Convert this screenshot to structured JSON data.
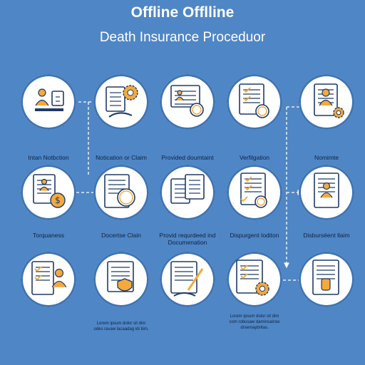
{
  "title_line1": "Offline Offlline",
  "title_line2": "Death Insurance Proceduor",
  "colors": {
    "background": "#4f86c6",
    "accent": "#f4a93b",
    "ink": "#1f3b66",
    "circle": "#ffffff"
  },
  "steps": [
    {
      "label": "Intan Notbction",
      "icon": "person-at-desk-icon"
    },
    {
      "label": "Notication or Claim",
      "icon": "hand-with-gear-icon"
    },
    {
      "label": "Provided doumtaint",
      "icon": "certificate-icon"
    },
    {
      "label": "Verfilgation",
      "icon": "checklist-seal-icon"
    },
    {
      "label": "Nomimte",
      "icon": "person-portrait-icon"
    },
    {
      "label": "Torquaness",
      "icon": "id-card-coin-icon"
    },
    {
      "label": "Docertse Clain",
      "icon": "document-seal-icon"
    },
    {
      "label": "Provid requrdeed ind\nDocumenation",
      "icon": "stacked-documents-icon"
    },
    {
      "label": "Dispurgent Ioditon",
      "icon": "checklist-badge-icon"
    },
    {
      "label": "Disbursēent llaim",
      "icon": "id-card-person-icon"
    },
    {
      "label": "",
      "icon": "clipboard-person-icon"
    },
    {
      "label": "",
      "icon": "document-shield-icon"
    },
    {
      "label": "",
      "icon": "hand-signing-icon"
    },
    {
      "label": "",
      "icon": "checklist-gear-icon"
    },
    {
      "label": "",
      "icon": "clipboard-vial-icon"
    }
  ],
  "notes": [
    "Lorem ipsum dolor sit dim\nodes ravaw lacaadag idi tiim.",
    "Lorem ipsum dolor sit dim\ncom robusaw daminsalrow\ndrsemaybritas."
  ]
}
